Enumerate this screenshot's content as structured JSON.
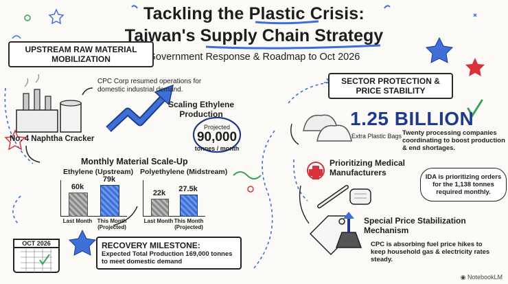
{
  "header": {
    "title_line1": "Tackling the Plastic Crisis:",
    "title_line2": "Taiwan's Supply Chain Strategy",
    "subtitle": "Government Response & Roadmap to Oct 2026"
  },
  "upstream": {
    "banner": "UPSTREAM RAW MATERIAL MOBILIZATION",
    "cpc_note": "CPC Corp resumed operations for domestic industrial demand.",
    "cracker_label": "No. 4 Naphtha Cracker",
    "ethylene_heading": "Scaling Ethylene Production",
    "projected_label": "Projected",
    "projected_value": "90,000",
    "projected_unit": "tonnes / month",
    "scaleup_heading": "Monthly Material Scale-Up",
    "ethylene_chart": {
      "title": "Ethylene (Upstream)",
      "bars": [
        {
          "label": "60k",
          "value": 60,
          "category": "Last Month"
        },
        {
          "label": "79k",
          "value": 79,
          "category": "This Month (Projected)"
        }
      ]
    },
    "polyethylene_chart": {
      "title": "Polyethylene (Midstream)",
      "bars": [
        {
          "label": "22k",
          "value": 22,
          "category": "Last Month"
        },
        {
          "label": "27.5k",
          "value": 27.5,
          "category": "This Month (Projected)"
        }
      ]
    },
    "calendar_label": "OCT 2026",
    "milestone_title": "RECOVERY MILESTONE:",
    "milestone_text": "Expected Total Production 169,000 tonnes to meet domestic demand"
  },
  "sector": {
    "banner": "SECTOR PROTECTION & PRICE STABILITY",
    "billion_value": "1.25 BILLION",
    "bags_label": "Extra Plastic Bags",
    "bags_note": "Twenty processing companies coordinating to boost production & end shortages.",
    "medical_heading": "Prioritizing Medical Manufacturers",
    "ida_note": "IDA is prioritizing orders for the 1,138 tonnes required monthly.",
    "price_heading": "Special Price Stabilization Mechanism",
    "price_note": "CPC is absorbing fuel price hikes to keep household gas & electricity rates steady."
  },
  "footer": {
    "brand": "NotebookLM"
  },
  "colors": {
    "accent_blue": "#3d6fd6",
    "accent_red": "#d8323a",
    "accent_green": "#3aa05a",
    "ink": "#1d1d1d"
  }
}
